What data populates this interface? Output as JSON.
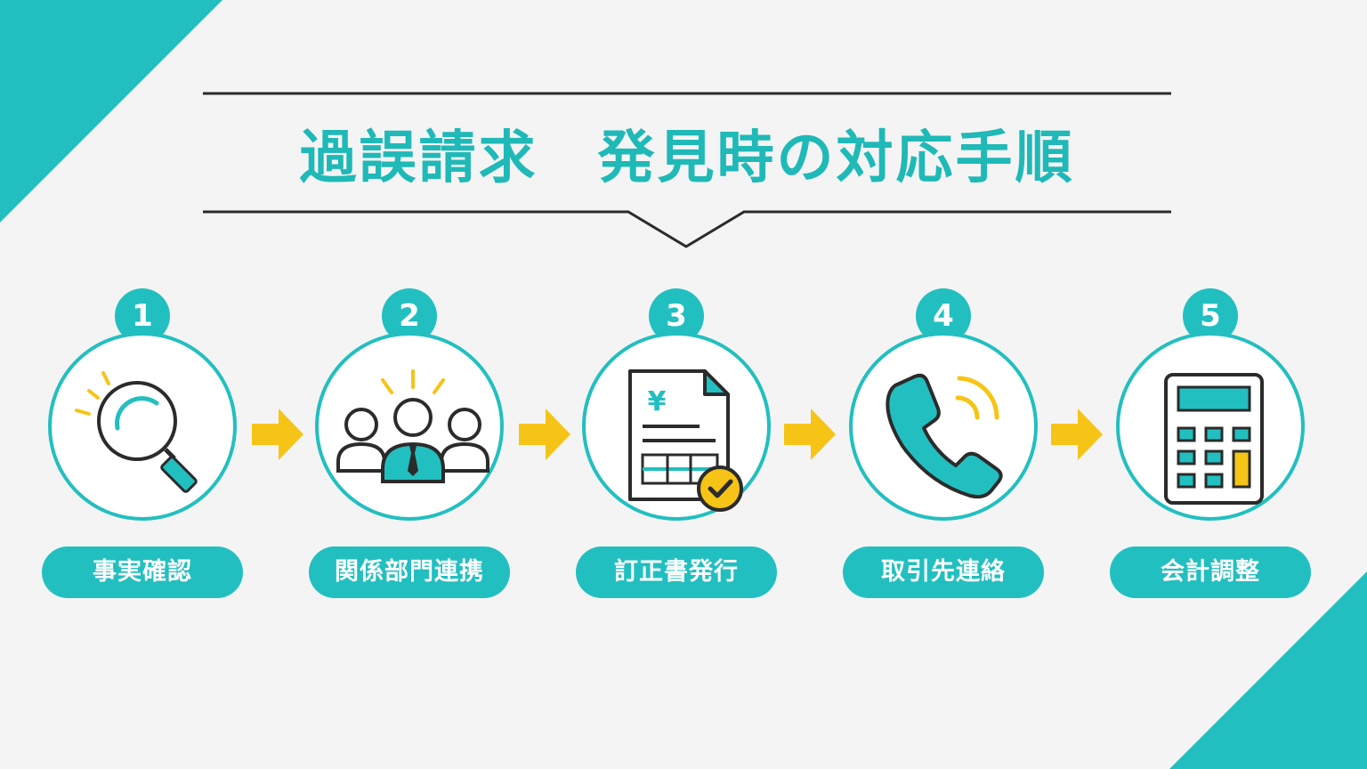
{
  "title": "過誤請求　発見時の対応手順",
  "colors": {
    "accent": "#22bfc0",
    "highlight": "#f6c416",
    "ink": "#2b2b2b",
    "background": "#f4f4f4"
  },
  "steps": [
    {
      "number": "1",
      "label": "事実確認",
      "icon": "magnifier-icon"
    },
    {
      "number": "2",
      "label": "関係部門連携",
      "icon": "team-icon"
    },
    {
      "number": "3",
      "label": "訂正書発行",
      "icon": "invoice-check-icon",
      "currency": "¥"
    },
    {
      "number": "4",
      "label": "取引先連絡",
      "icon": "phone-icon"
    },
    {
      "number": "5",
      "label": "会計調整",
      "icon": "calculator-icon"
    }
  ]
}
